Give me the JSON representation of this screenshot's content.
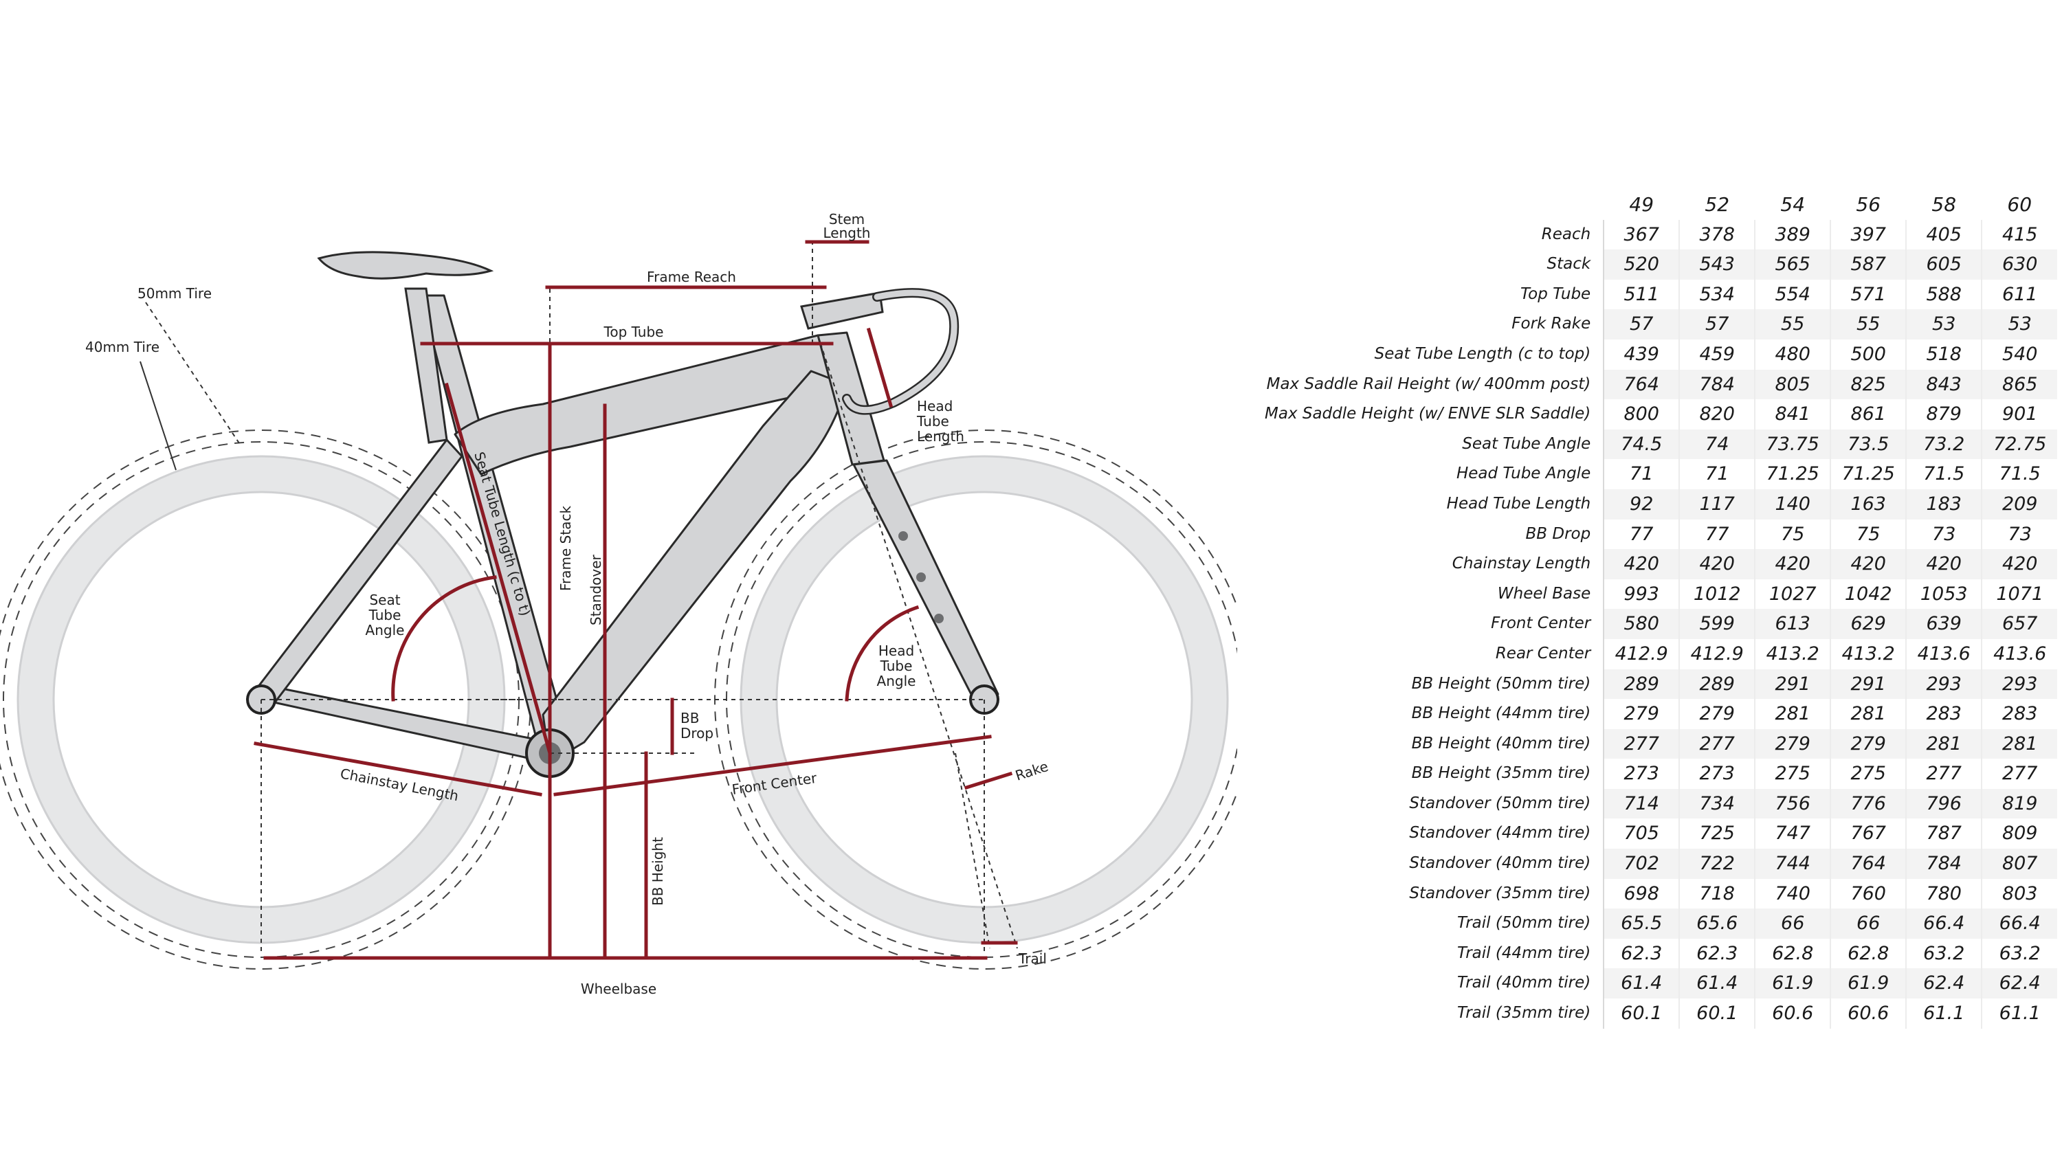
{
  "diagram": {
    "labels": {
      "tire_50": "50mm Tire",
      "tire_40": "40mm Tire",
      "stem_length": [
        "Stem",
        "Length"
      ],
      "frame_reach": "Frame Reach",
      "top_tube": "Top Tube",
      "head_tube_length": [
        "Head",
        "Tube",
        "Length"
      ],
      "seat_tube_length": "Seat Tube Length (c to t)",
      "frame_stack": "Frame Stack",
      "standover": "Standover",
      "seat_tube_angle": [
        "Seat",
        "Tube",
        "Angle"
      ],
      "head_tube_angle": [
        "Head",
        "Tube",
        "Angle"
      ],
      "bb_drop": [
        "BB",
        "Drop"
      ],
      "chainstay_length": "Chainstay Length",
      "front_center": "Front Center",
      "rake": "Rake",
      "bb_height": "BB Height",
      "trail": "Trail",
      "wheelbase": "Wheelbase"
    },
    "colors": {
      "dimension": "#8b1a24",
      "frame_fill": "#d3d4d6",
      "frame_stroke": "#2a2a2a",
      "tire_fill": "#e6e7e8"
    }
  },
  "table": {
    "sizes": [
      "49",
      "52",
      "54",
      "56",
      "58",
      "60"
    ],
    "rows": [
      {
        "label": "Reach",
        "values": [
          "367",
          "378",
          "389",
          "397",
          "405",
          "415"
        ]
      },
      {
        "label": "Stack",
        "values": [
          "520",
          "543",
          "565",
          "587",
          "605",
          "630"
        ]
      },
      {
        "label": "Top Tube",
        "values": [
          "511",
          "534",
          "554",
          "571",
          "588",
          "611"
        ]
      },
      {
        "label": "Fork Rake",
        "values": [
          "57",
          "57",
          "55",
          "55",
          "53",
          "53"
        ]
      },
      {
        "label": "Seat Tube Length (c to top)",
        "values": [
          "439",
          "459",
          "480",
          "500",
          "518",
          "540"
        ]
      },
      {
        "label": "Max Saddle Rail Height (w/ 400mm post)",
        "values": [
          "764",
          "784",
          "805",
          "825",
          "843",
          "865"
        ]
      },
      {
        "label": "Max Saddle Height (w/ ENVE SLR Saddle)",
        "values": [
          "800",
          "820",
          "841",
          "861",
          "879",
          "901"
        ]
      },
      {
        "label": "Seat Tube Angle",
        "values": [
          "74.5",
          "74",
          "73.75",
          "73.5",
          "73.2",
          "72.75"
        ]
      },
      {
        "label": "Head Tube Angle",
        "values": [
          "71",
          "71",
          "71.25",
          "71.25",
          "71.5",
          "71.5"
        ]
      },
      {
        "label": "Head Tube Length",
        "values": [
          "92",
          "117",
          "140",
          "163",
          "183",
          "209"
        ]
      },
      {
        "label": "BB Drop",
        "values": [
          "77",
          "77",
          "75",
          "75",
          "73",
          "73"
        ]
      },
      {
        "label": "Chainstay Length",
        "values": [
          "420",
          "420",
          "420",
          "420",
          "420",
          "420"
        ]
      },
      {
        "label": "Wheel Base",
        "values": [
          "993",
          "1012",
          "1027",
          "1042",
          "1053",
          "1071"
        ]
      },
      {
        "label": "Front Center",
        "values": [
          "580",
          "599",
          "613",
          "629",
          "639",
          "657"
        ]
      },
      {
        "label": "Rear Center",
        "values": [
          "412.9",
          "412.9",
          "413.2",
          "413.2",
          "413.6",
          "413.6"
        ]
      },
      {
        "label": "BB Height (50mm tire)",
        "values": [
          "289",
          "289",
          "291",
          "291",
          "293",
          "293"
        ]
      },
      {
        "label": "BB Height (44mm tire)",
        "values": [
          "279",
          "279",
          "281",
          "281",
          "283",
          "283"
        ]
      },
      {
        "label": "BB Height (40mm tire)",
        "values": [
          "277",
          "277",
          "279",
          "279",
          "281",
          "281"
        ]
      },
      {
        "label": "BB Height (35mm tire)",
        "values": [
          "273",
          "273",
          "275",
          "275",
          "277",
          "277"
        ]
      },
      {
        "label": "Standover (50mm tire)",
        "values": [
          "714",
          "734",
          "756",
          "776",
          "796",
          "819"
        ]
      },
      {
        "label": "Standover (44mm tire)",
        "values": [
          "705",
          "725",
          "747",
          "767",
          "787",
          "809"
        ]
      },
      {
        "label": "Standover (40mm tire)",
        "values": [
          "702",
          "722",
          "744",
          "764",
          "784",
          "807"
        ]
      },
      {
        "label": "Standover (35mm tire)",
        "values": [
          "698",
          "718",
          "740",
          "760",
          "780",
          "803"
        ]
      },
      {
        "label": "Trail (50mm tire)",
        "values": [
          "65.5",
          "65.6",
          "66",
          "66",
          "66.4",
          "66.4"
        ]
      },
      {
        "label": "Trail (44mm tire)",
        "values": [
          "62.3",
          "62.3",
          "62.8",
          "62.8",
          "63.2",
          "63.2"
        ]
      },
      {
        "label": "Trail (40mm tire)",
        "values": [
          "61.4",
          "61.4",
          "61.9",
          "61.9",
          "62.4",
          "62.4"
        ]
      },
      {
        "label": "Trail (35mm tire)",
        "values": [
          "60.1",
          "60.1",
          "60.6",
          "60.6",
          "61.1",
          "61.1"
        ]
      }
    ]
  }
}
